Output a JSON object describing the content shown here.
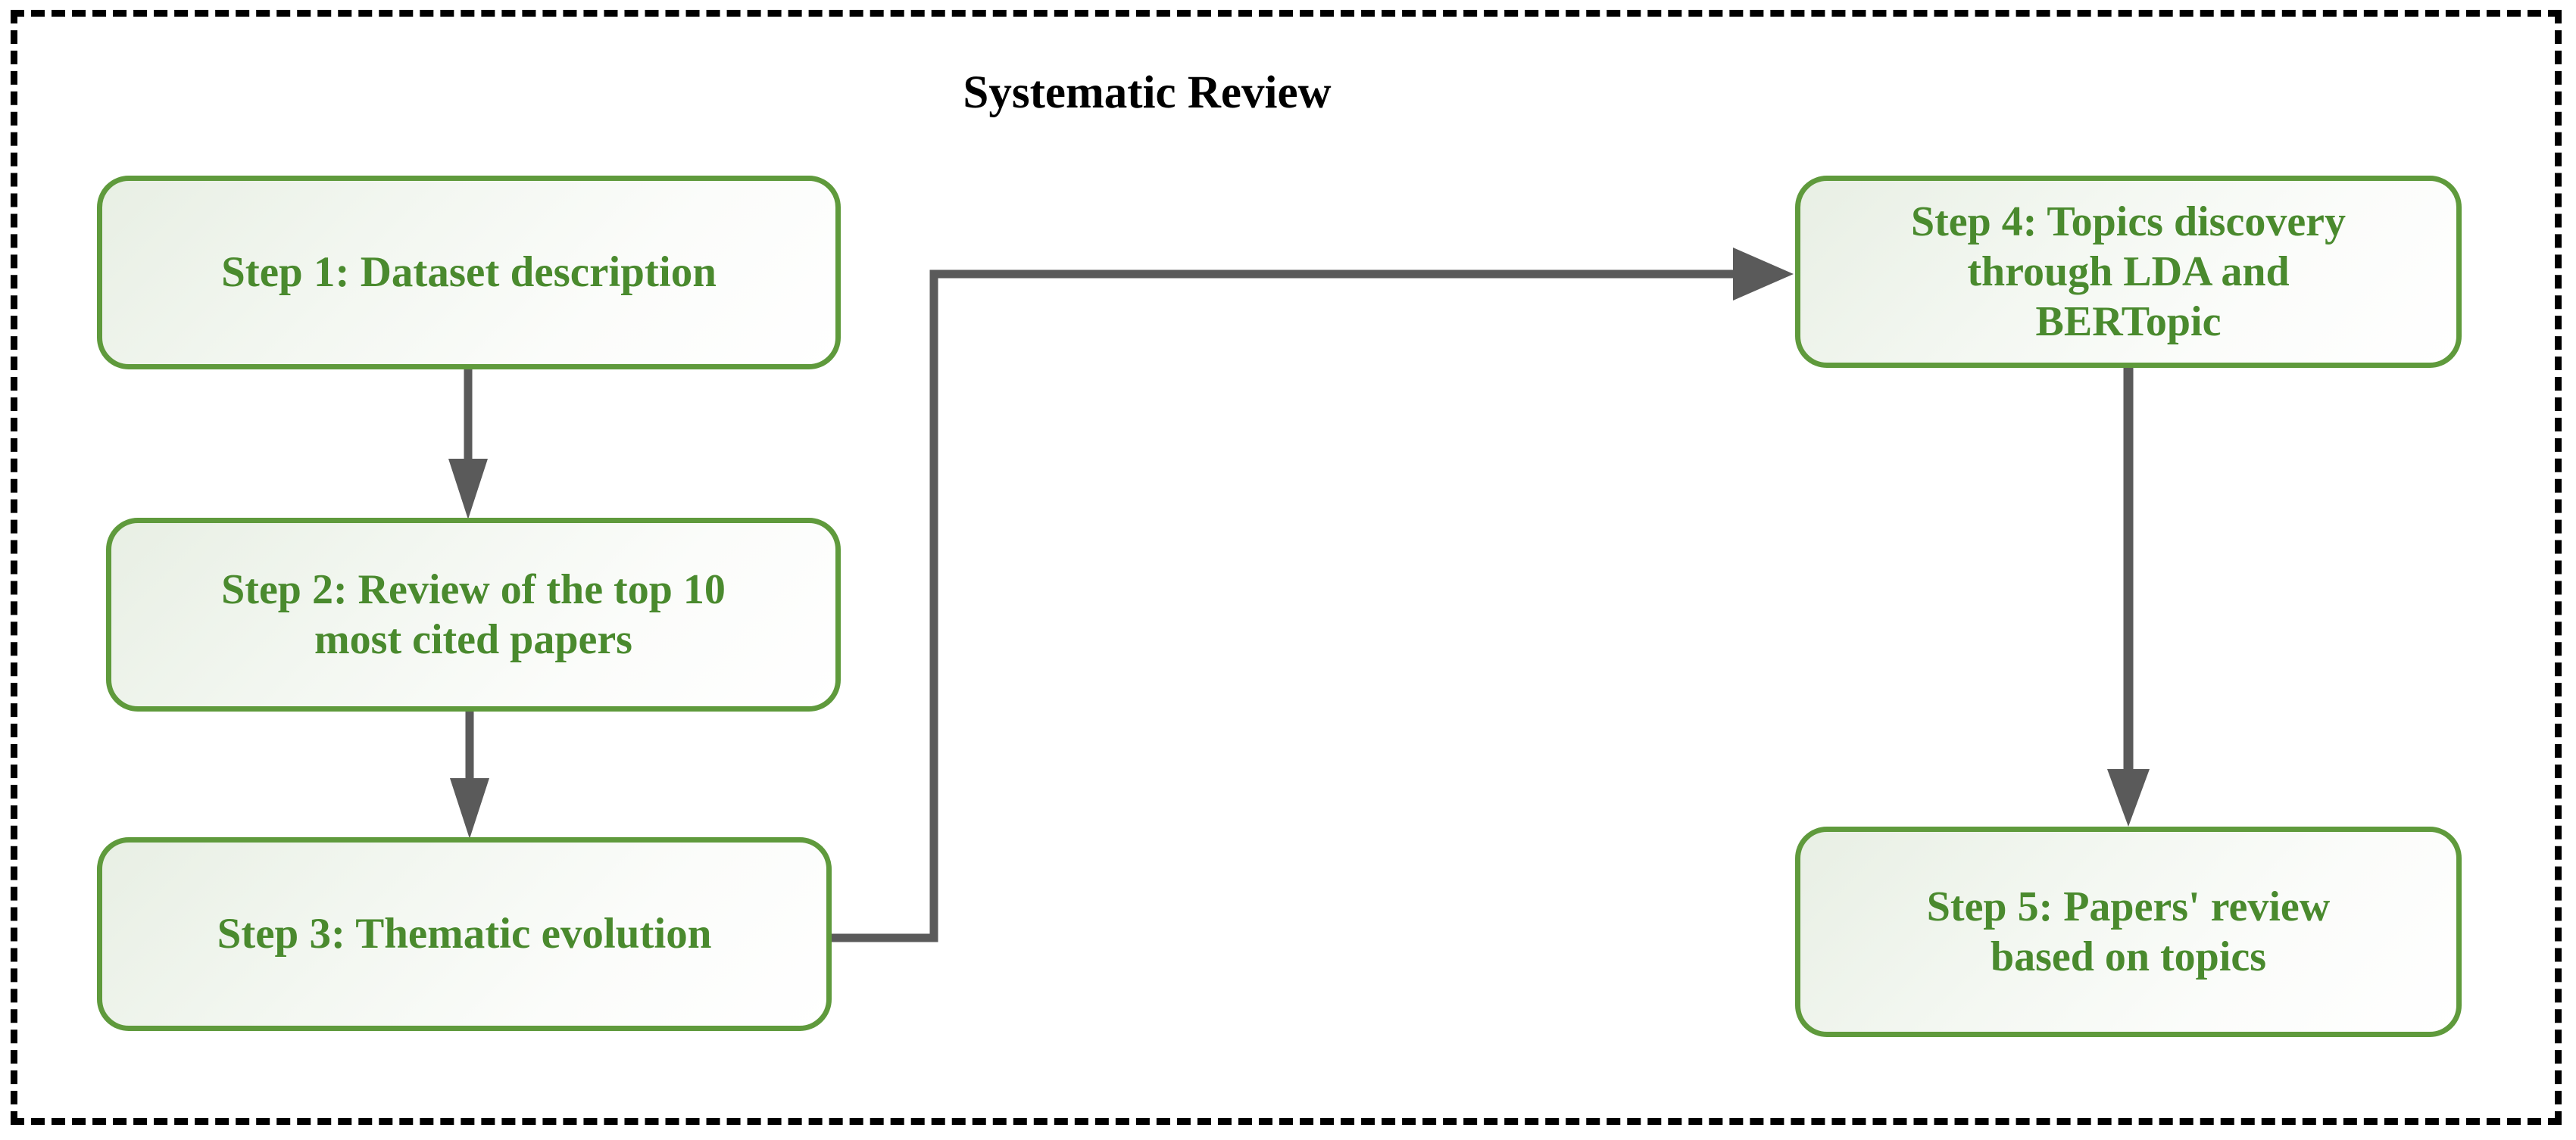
{
  "diagram": {
    "title": "Systematic Review",
    "type": "flowchart",
    "container": {
      "border_style": "dashed",
      "border_color": "#000000"
    },
    "theme": {
      "node_border_color": "#5f9a3c",
      "node_text_color": "#4a8a2e",
      "node_fill_start": "#e8efe4",
      "node_fill_end": "#ffffff",
      "connector_color": "#5a5a5a",
      "title_color": "#000000"
    },
    "nodes": [
      {
        "id": "step-1",
        "label": "Step 1: Dataset description"
      },
      {
        "id": "step-2",
        "label": "Step 2: Review of the top 10\nmost cited papers"
      },
      {
        "id": "step-3",
        "label": "Step 3: Thematic evolution"
      },
      {
        "id": "step-4",
        "label": "Step 4: Topics discovery\nthrough LDA and\nBERTopic"
      },
      {
        "id": "step-5",
        "label": "Step 5: Papers' review\nbased on topics"
      }
    ],
    "edges": [
      {
        "id": "edge-1-2",
        "from": "step-1",
        "to": "step-2",
        "style": "straight-down"
      },
      {
        "id": "edge-2-3",
        "from": "step-2",
        "to": "step-3",
        "style": "straight-down"
      },
      {
        "id": "edge-3-4",
        "from": "step-3",
        "to": "step-4",
        "style": "elbow-right-up-right"
      },
      {
        "id": "edge-4-5",
        "from": "step-4",
        "to": "step-5",
        "style": "straight-down"
      }
    ]
  }
}
